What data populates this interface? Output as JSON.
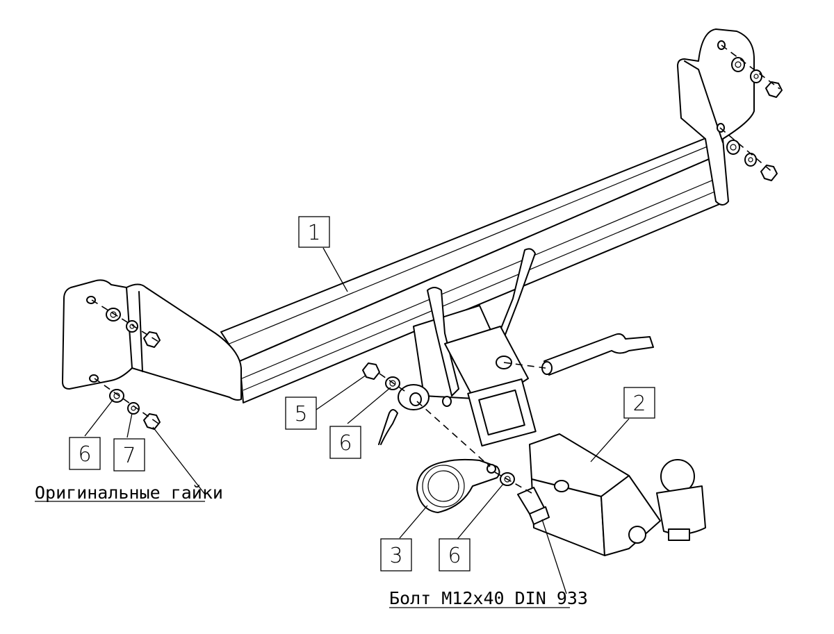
{
  "callouts": [
    {
      "id": "1",
      "label": "1"
    },
    {
      "id": "2",
      "label": "2"
    },
    {
      "id": "3",
      "label": "3"
    },
    {
      "id": "5",
      "label": "5"
    },
    {
      "id": "6a",
      "label": "6"
    },
    {
      "id": "6b",
      "label": "6"
    },
    {
      "id": "6c",
      "label": "6"
    },
    {
      "id": "7",
      "label": "7"
    }
  ],
  "captions": {
    "original_nuts": "Оригинальные гайки",
    "bolt": "Болт M12x40 DIN 933"
  }
}
